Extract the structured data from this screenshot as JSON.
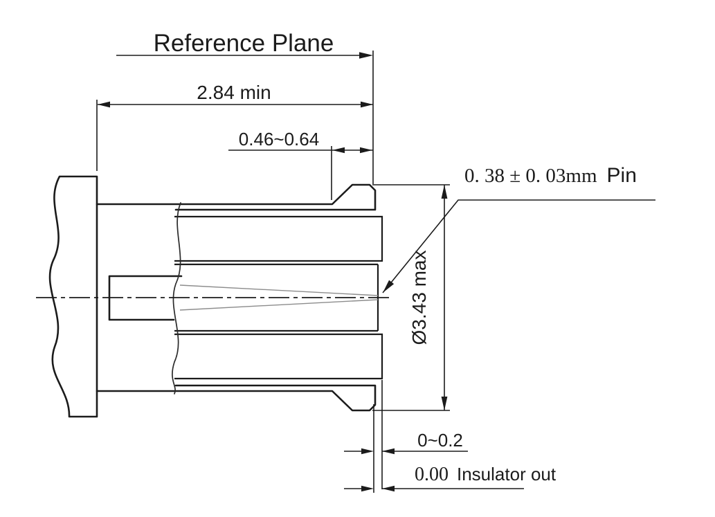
{
  "labels": {
    "reference_plane": "Reference Plane",
    "pin_value": "0. 38 ± 0. 03mm",
    "pin_name": "Pin",
    "insulator_value": "0.00",
    "insulator_name": "Insulator out"
  },
  "dimensions": {
    "body_length": "2.84 min",
    "pin_recess": "0.46~0.64",
    "interface_diameter": "Ø3.43 max",
    "insulator_protrusion": "0~0.2"
  },
  "colors": {
    "line": "#1b1b1b",
    "thin_line": "#8c8c8c",
    "background": "#ffffff"
  }
}
